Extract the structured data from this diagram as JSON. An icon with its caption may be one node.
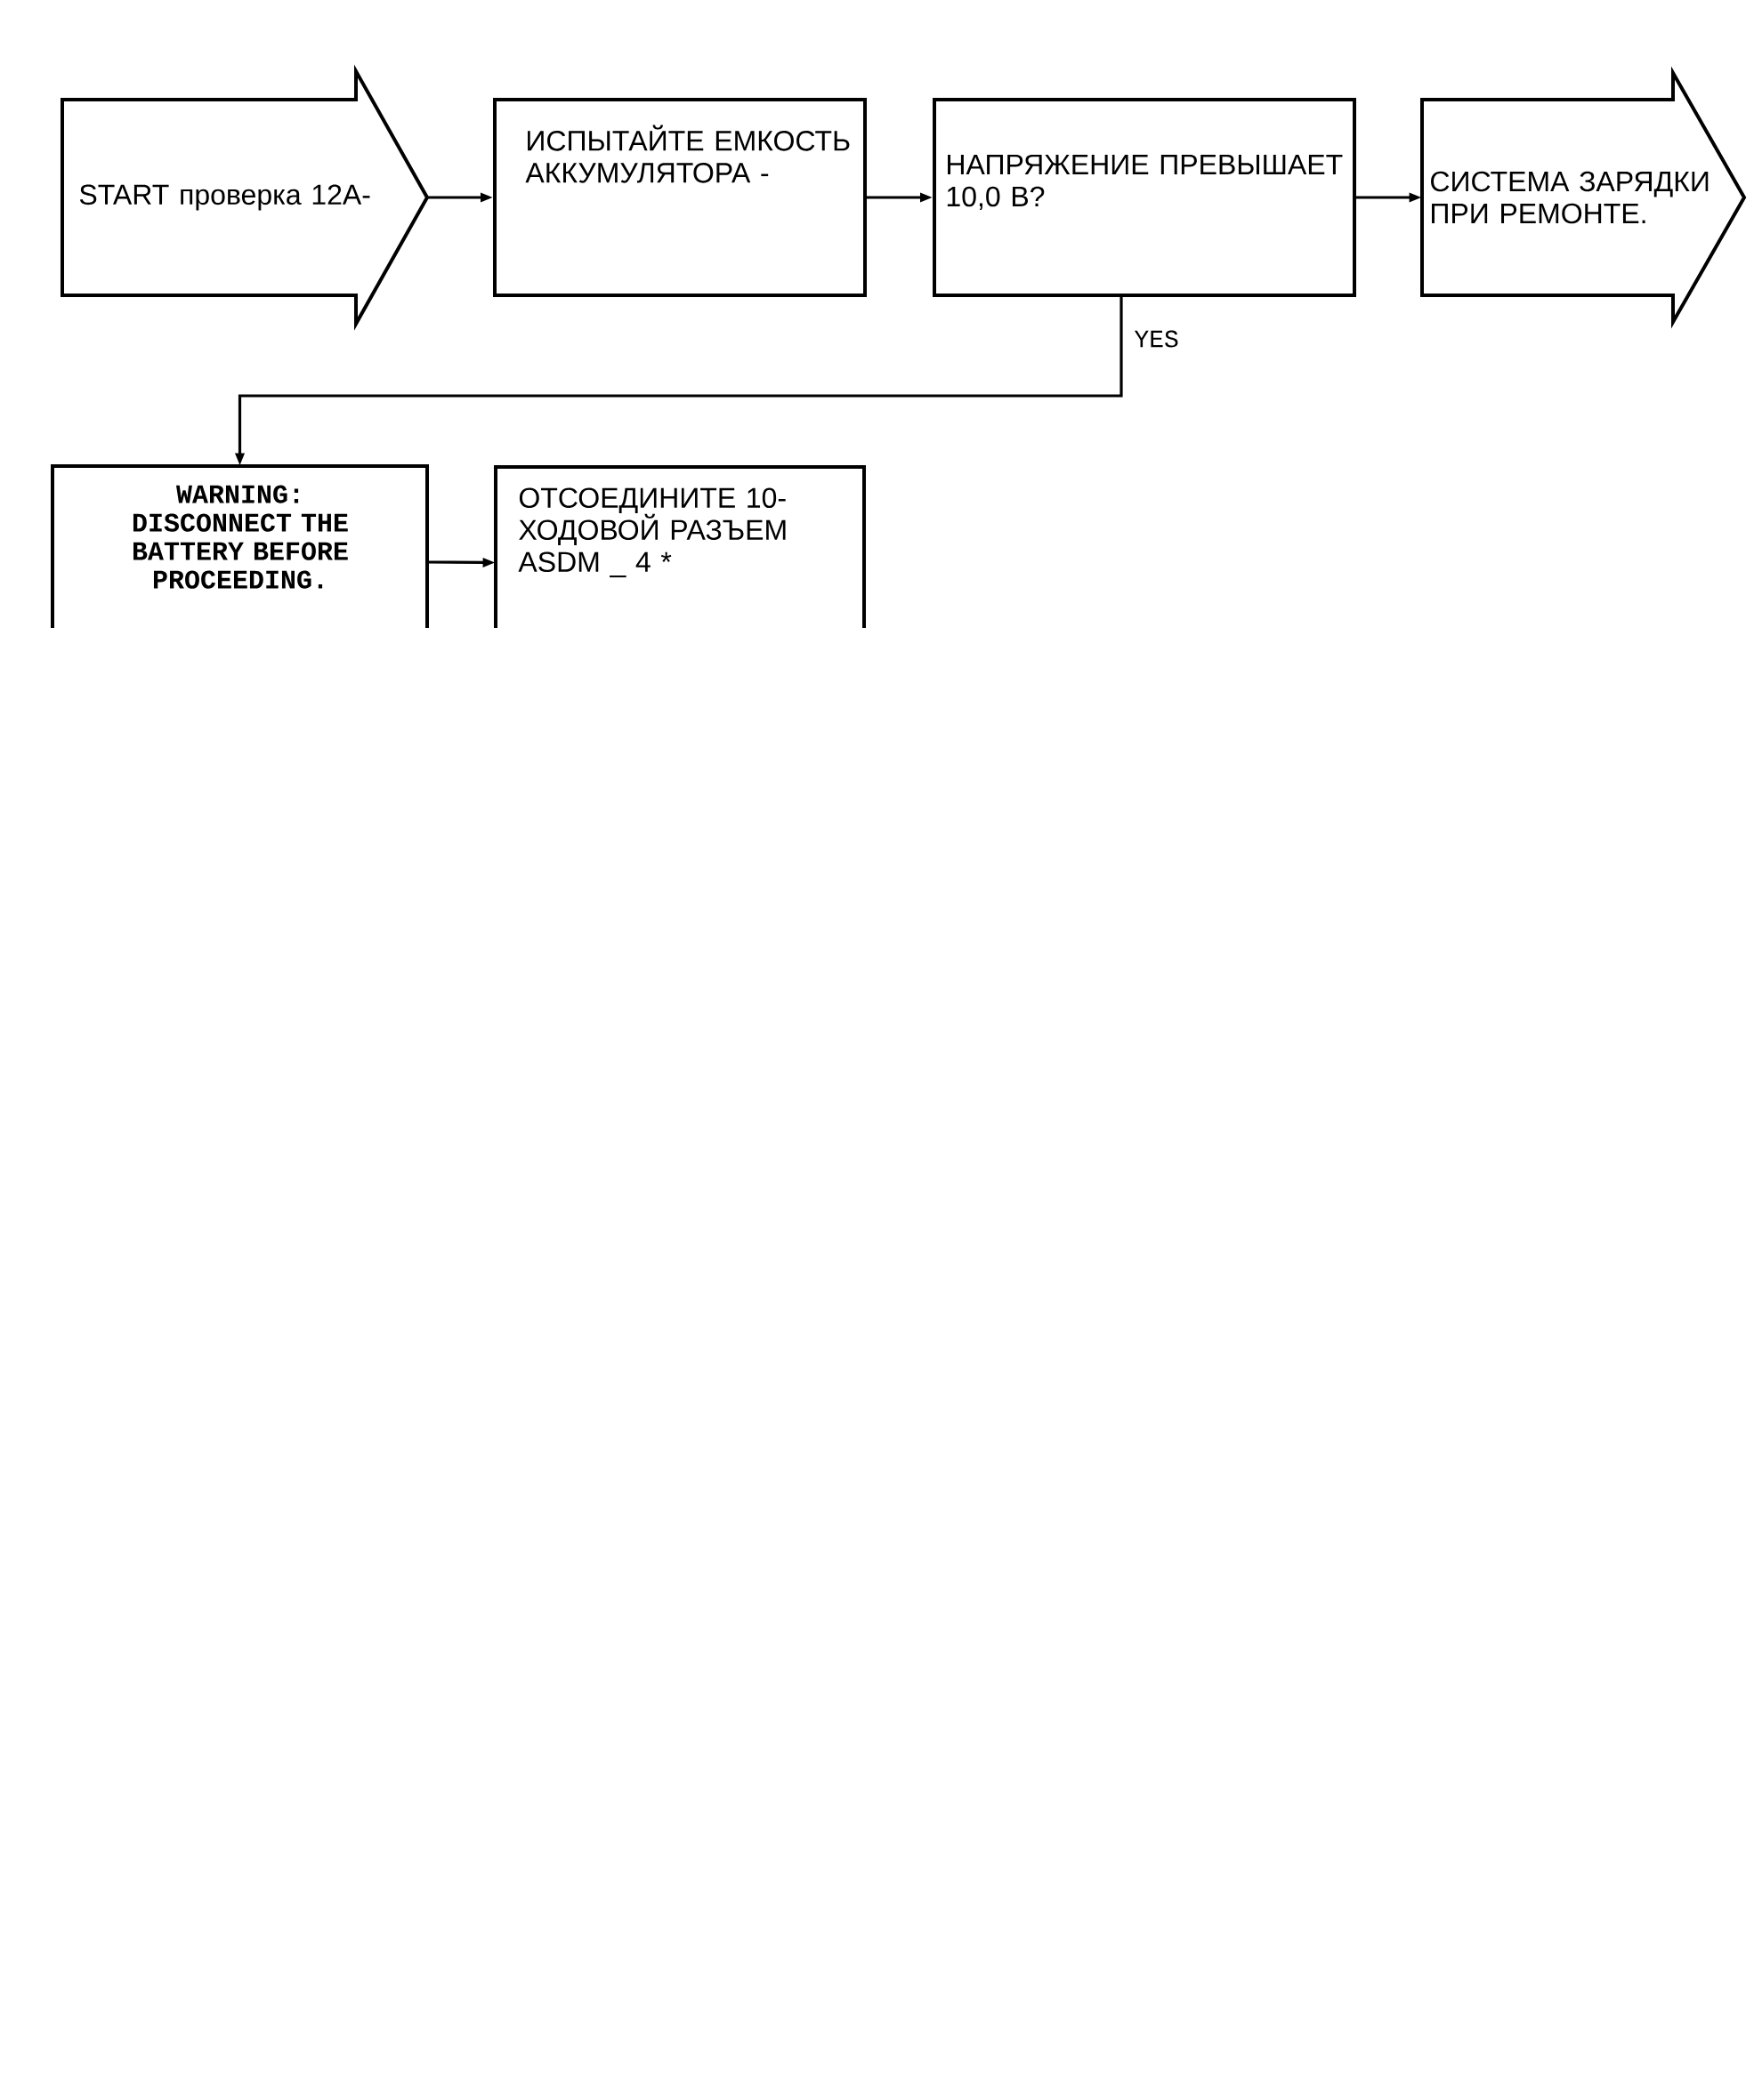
{
  "diagram": {
    "nodes": [
      {
        "text": [
          "START проверка 12A-"
        ]
      },
      {
        "text": [
          "ИСПЫТАЙТЕ ЕМКОСТЬ АККУМУЛЯТОРА -"
        ]
      },
      {
        "text": [
          "НАПРЯЖЕНИЕ ПРЕВЫШАЕТ 10,0 В?"
        ]
      },
      {
        "text": [
          "СИСТЕМА ЗАРЯДКИ ПРИ РЕМОНТЕ."
        ]
      },
      {
        "text": [
          "WARNING: DISCONNECT THE BATTERY BEFORE PROCEEDING."
        ]
      },
      {
        "text": [
          "ОТСОЕДИНИТЕ 10-ХОДОВОЙ РАЗЪЕМ ASDM _ 4 *"
        ]
      }
    ],
    "edges": [
      {
        "from": 0,
        "to": 1,
        "arrow": "to"
      },
      {
        "from": 1,
        "to": 2,
        "arrow": "to"
      },
      {
        "from": 2,
        "to": 3,
        "arrow": "to"
      },
      {
        "from": 2,
        "to": 4,
        "arrow": "to",
        "label": "YES"
      },
      {
        "from": 4,
        "to": 5,
        "arrow": "to"
      }
    ]
  }
}
